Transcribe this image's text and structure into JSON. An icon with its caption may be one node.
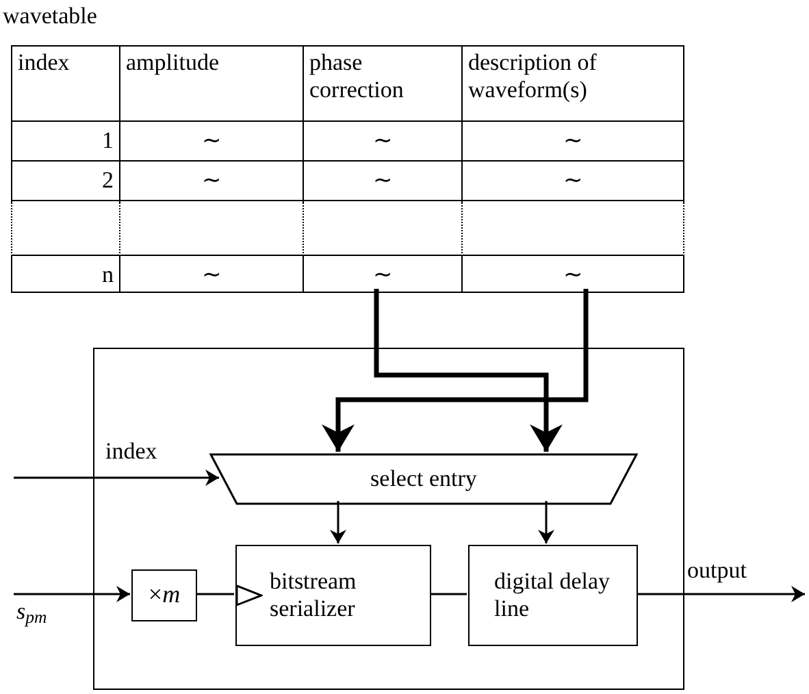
{
  "diagram": {
    "nodes": [
      {
        "text": [
          "wavetable"
        ]
      },
      {
        "text": [],
        "shape": "box"
      },
      {
        "text": [
          "select entry"
        ],
        "in": 1
      },
      {
        "text": [
          "×*m*"
        ],
        "in": 1
      },
      {
        "text": [
          "bitstream serializer"
        ],
        "in": 1
      },
      {
        "text": [
          "digital delay line"
        ],
        "in": 1
      }
    ],
    "edges": [
      {
        "from": 0,
        "to": 2,
        "arrow": "to",
        "style": "thick"
      },
      {
        "from": 0,
        "to": 2,
        "arrow": "to",
        "style": "thick"
      },
      {
        "from": null,
        "to": 2,
        "arrow": "to",
        "label": "index"
      },
      {
        "from": 2,
        "to": 4,
        "arrow": "to"
      },
      {
        "from": 2,
        "to": 5,
        "arrow": "to"
      },
      {
        "from": null,
        "to": 3,
        "arrow": "to",
        "label": "*s*$_{pm}$"
      },
      {
        "from": 3,
        "to": 4,
        "arrow": "none"
      },
      {
        "from": 4,
        "to": 5,
        "arrow": "none"
      },
      {
        "from": 5,
        "to": null,
        "arrow": "to",
        "label": "output"
      }
    ],
    "labels": [
      "index",
      "amplitude",
      "phase correction",
      "description of waveform(s)",
      "1",
      "∼",
      "∼",
      "∼",
      "2",
      "∼",
      "∼",
      "∼",
      "n",
      "∼",
      "∼",
      "∼"
    ]
  }
}
